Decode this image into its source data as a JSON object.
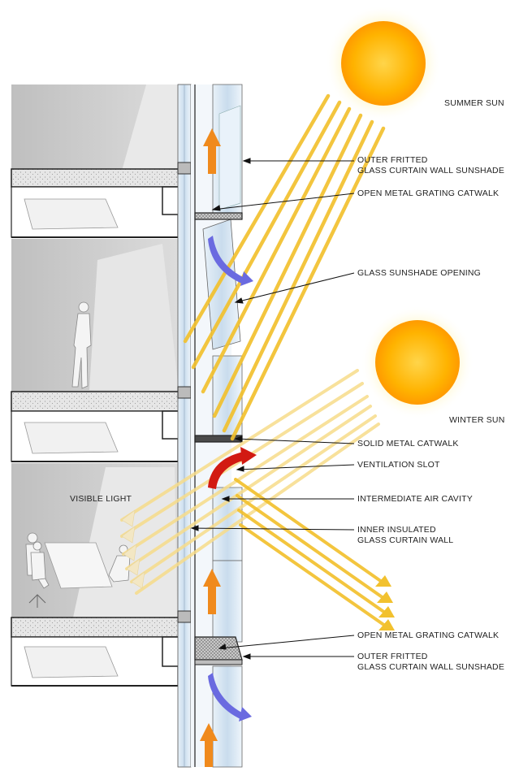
{
  "labels": {
    "summer_sun": "SUMMER SUN",
    "winter_sun": "WINTER SUN",
    "visible_light": "VISIBLE LIGHT",
    "outer_fritted_top_1": "OUTER FRITTED",
    "outer_fritted_top_2": "GLASS CURTAIN WALL SUNSHADE",
    "open_grating_top": "OPEN METAL GRATING CATWALK",
    "glass_sunshade_opening": "GLASS SUNSHADE OPENING",
    "solid_catwalk": "SOLID METAL CATWALK",
    "ventilation_slot": "VENTILATION SLOT",
    "air_cavity": "INTERMEDIATE AIR CAVITY",
    "inner_wall_1": "INNER INSULATED",
    "inner_wall_2": "GLASS CURTAIN WALL",
    "open_grating_bottom": "OPEN METAL GRATING CATWALK",
    "outer_fritted_bottom_1": "OUTER FRITTED",
    "outer_fritted_bottom_2": "GLASS CURTAIN WALL SUNSHADE"
  },
  "colors": {
    "sun_core": "#ffb300",
    "sun_glow": "#fff3b0",
    "sun_ray": "#f2c12e",
    "winter_ray": "#f7dc8a",
    "light_ray": "#f3e7c4",
    "warm_air_arrow": "#f08a1c",
    "cool_air_arrow": "#6a6ae0",
    "hot_air_arrow": "#d21a12",
    "slab": "#e4e4e4",
    "interior": "#d0d0d0",
    "glass": "#dbe8f3"
  }
}
